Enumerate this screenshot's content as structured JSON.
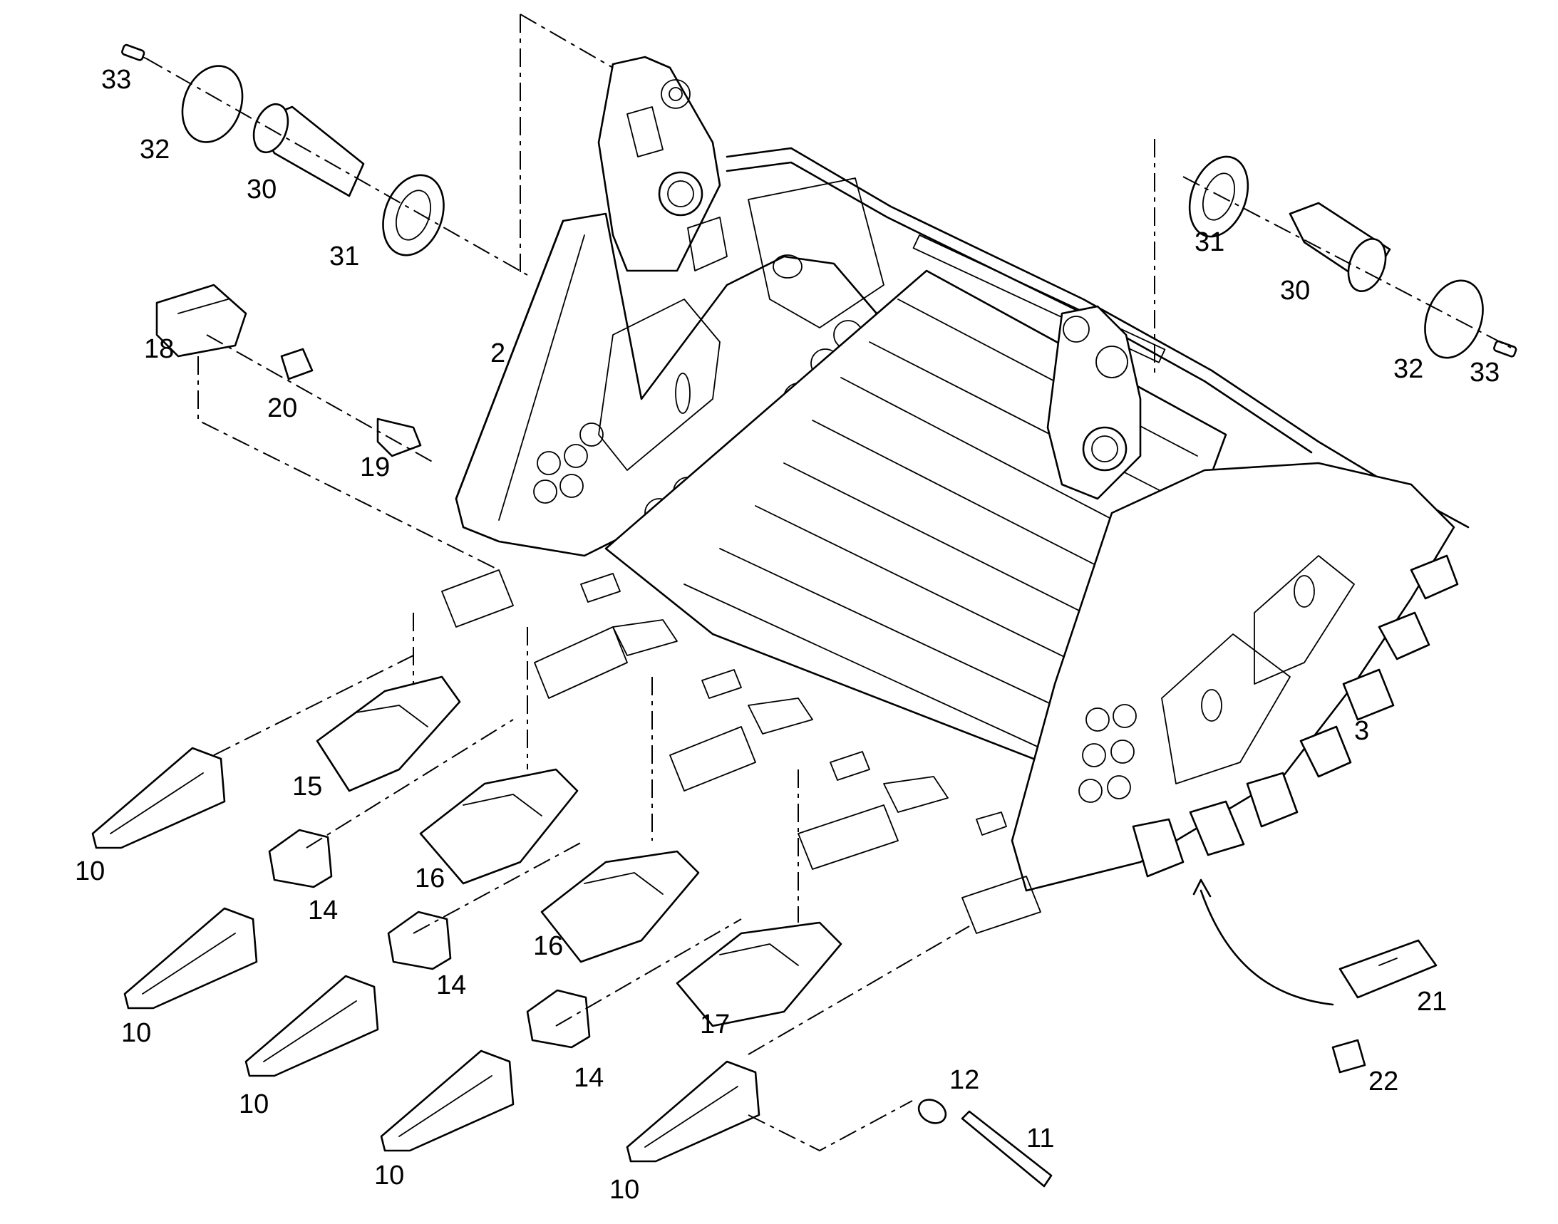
{
  "diagram": {
    "labels": {
      "p2": "2",
      "p3": "3",
      "p10a": "10",
      "p10b": "10",
      "p10c": "10",
      "p10d": "10",
      "p10e": "10",
      "p11": "11",
      "p12": "12",
      "p14a": "14",
      "p14b": "14",
      "p14c": "14",
      "p15": "15",
      "p16a": "16",
      "p16b": "16",
      "p17": "17",
      "p18": "18",
      "p19": "19",
      "p20": "20",
      "p21": "21",
      "p22": "22",
      "p30a": "30",
      "p30b": "30",
      "p31a": "31",
      "p31b": "31",
      "p32a": "32",
      "p32b": "32",
      "p33a": "33",
      "p33b": "33"
    }
  }
}
